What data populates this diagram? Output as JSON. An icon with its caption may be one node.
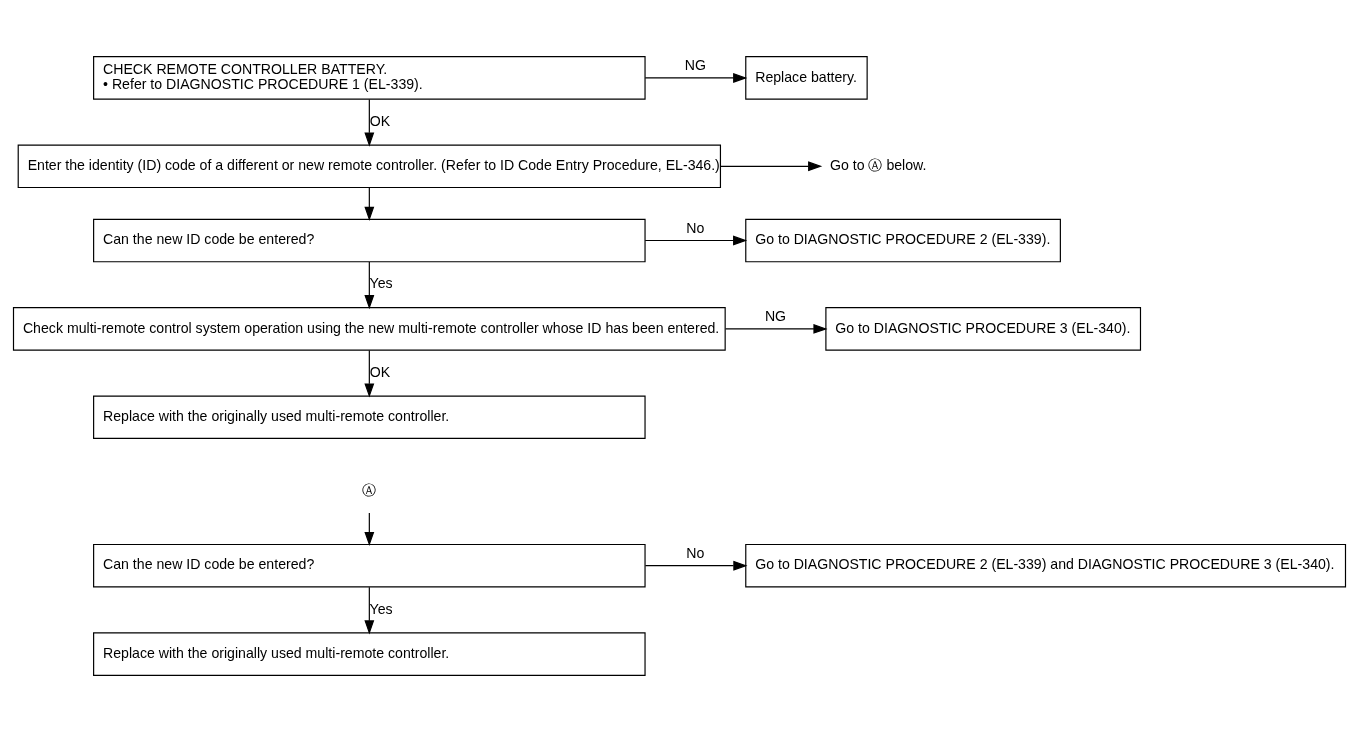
{
  "diagram": {
    "nodes": [
      {
        "text": [
          "CHECK REMOTE CONTROLLER BATTERY.",
          "• Refer to DIAGNOSTIC PROCEDURE 1 (EL-339)."
        ]
      },
      {
        "text": [
          "Replace battery."
        ]
      },
      {
        "text": [
          "Enter the identity (ID) code of a different or new remote controller. (Refer to ID Code Entry Procedure, EL-346.)"
        ]
      },
      {
        "text": [
          "Go to Ⓐ below."
        ]
      },
      {
        "text": [
          "Can the new ID code be entered?"
        ]
      },
      {
        "text": [
          "Go to DIAGNOSTIC PROCEDURE 2 (EL-339)."
        ]
      },
      {
        "text": [
          "Check multi-remote control system operation using the new multi-remote controller whose ID has been entered."
        ]
      },
      {
        "text": [
          "Go to DIAGNOSTIC PROCEDURE 3 (EL-340)."
        ]
      },
      {
        "text": [
          "Replace with the originally used multi-remote controller."
        ]
      },
      {
        "text": [
          "Ⓐ"
        ]
      },
      {
        "text": [
          "Can the new ID code be entered?"
        ]
      },
      {
        "text": [
          "Go to DIAGNOSTIC PROCEDURE 2 (EL-339) and DIAGNOSTIC PROCEDURE 3 (EL-340)."
        ]
      },
      {
        "text": [
          "Replace with the originally used multi-remote controller."
        ]
      }
    ],
    "edges": [
      {
        "from": 0,
        "to": 1,
        "arrow": "to",
        "label": "NG"
      },
      {
        "from": 0,
        "to": 2,
        "arrow": "to",
        "label": "OK"
      },
      {
        "from": 2,
        "to": 3,
        "arrow": "to"
      },
      {
        "from": 2,
        "to": 4,
        "arrow": "to"
      },
      {
        "from": 4,
        "to": 5,
        "arrow": "to",
        "label": "No"
      },
      {
        "from": 4,
        "to": 6,
        "arrow": "to",
        "label": "Yes"
      },
      {
        "from": 6,
        "to": 7,
        "arrow": "to",
        "label": "NG"
      },
      {
        "from": 6,
        "to": 8,
        "arrow": "to",
        "label": "OK"
      },
      {
        "from": 9,
        "to": 10,
        "arrow": "to"
      },
      {
        "from": 10,
        "to": 11,
        "arrow": "to",
        "label": "No"
      },
      {
        "from": 10,
        "to": 12,
        "arrow": "to",
        "label": "Yes"
      }
    ]
  }
}
